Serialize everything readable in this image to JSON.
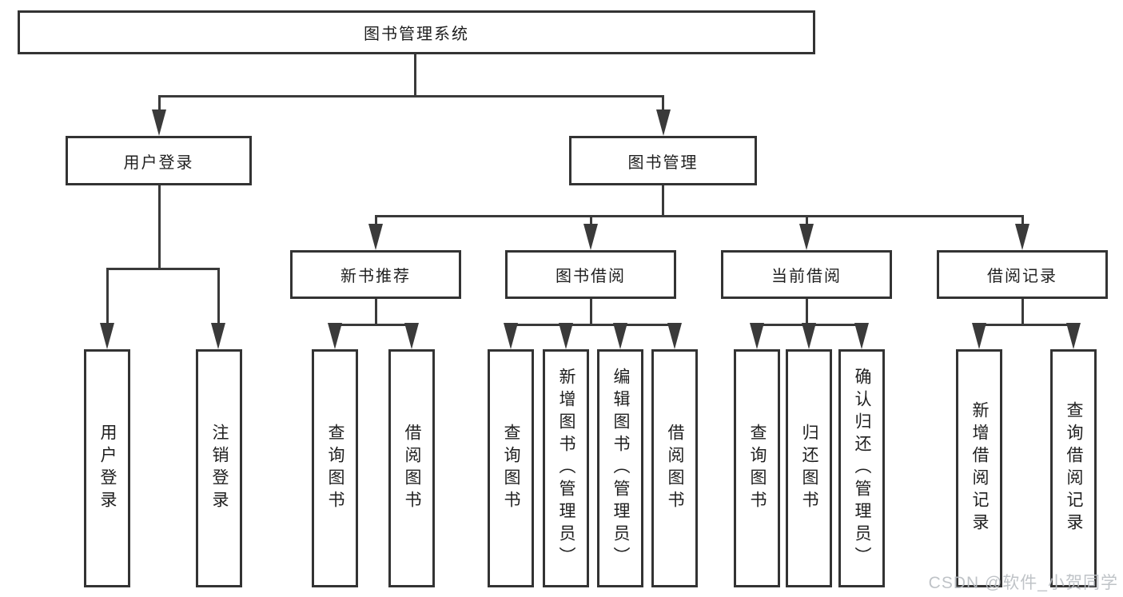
{
  "diagram": {
    "root": {
      "label": "图书管理系统"
    },
    "user_login": {
      "label": "用户登录",
      "children": [
        {
          "label": "用户登录"
        },
        {
          "label": "注销登录"
        }
      ]
    },
    "book_management": {
      "label": "图书管理",
      "sections": [
        {
          "label": "新书推荐",
          "children": [
            {
              "label": "查询图书"
            },
            {
              "label": "借阅图书"
            }
          ]
        },
        {
          "label": "图书借阅",
          "children": [
            {
              "label": "查询图书"
            },
            {
              "label": "新增图书（管理员）"
            },
            {
              "label": "编辑图书（管理员）"
            },
            {
              "label": "借阅图书"
            }
          ]
        },
        {
          "label": "当前借阅",
          "children": [
            {
              "label": "查询图书"
            },
            {
              "label": "归还图书"
            },
            {
              "label": "确认归还（管理员）"
            }
          ]
        },
        {
          "label": "借阅记录",
          "children": [
            {
              "label": "新增借阅记录"
            },
            {
              "label": "查询借阅记录"
            }
          ]
        }
      ]
    }
  },
  "watermark": {
    "text": "CSDN @软件_小贺同学"
  },
  "colors": {
    "line": "#3a3a3a",
    "border": "#333333",
    "text": "#1f1f1f",
    "watermark": "#b9bdc2",
    "background": "#ffffff"
  }
}
